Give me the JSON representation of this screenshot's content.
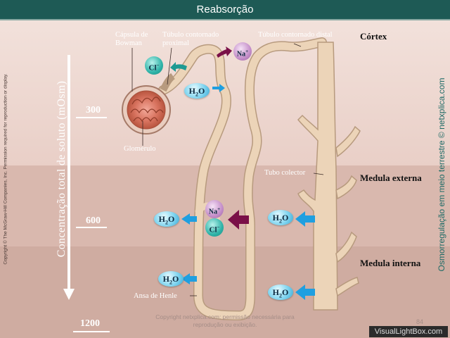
{
  "title": "Reabsorção",
  "zones": {
    "cortex": "Córtex",
    "outer": "Medula externa",
    "inner": "Medula interna"
  },
  "axis": {
    "label": "Concentração total de soluto (mOsm)",
    "ticks": [
      "300",
      "600",
      "1200"
    ]
  },
  "labels": {
    "bowman": "Cápsula de Bowman",
    "proximal": "Túbulo contornado proximal",
    "distal": "Túbulo contornado distal",
    "glomerulo": "Glomérulo",
    "collector": "Tubo colector",
    "henle": "Ansa de Henle"
  },
  "molecules": {
    "cl": "Cl",
    "cl_charge": "−",
    "na": "Na",
    "na_charge": "+",
    "h2o_h": "H",
    "h2o_2": "2",
    "h2o_o": "O"
  },
  "copyright_side": "Copyright © The McGraw-Hill Companies, Inc. Permission required for reproduction or display.",
  "watermark_side": "Osmorregulação em meio terrestre © netxplica.com",
  "bottom_note": "Copyright netxplica.com: permissão necessária para reprodução ou exibição.",
  "page_number": "84",
  "visual_lightbox": "VisualLightBox.com",
  "colors": {
    "title_bar": "#1e5a55",
    "water_arrow": "#1f9fe0",
    "ion_arrow": "#7a1048",
    "tubule": "#e8cdb0",
    "cl_arrow": "#1d9a92"
  }
}
